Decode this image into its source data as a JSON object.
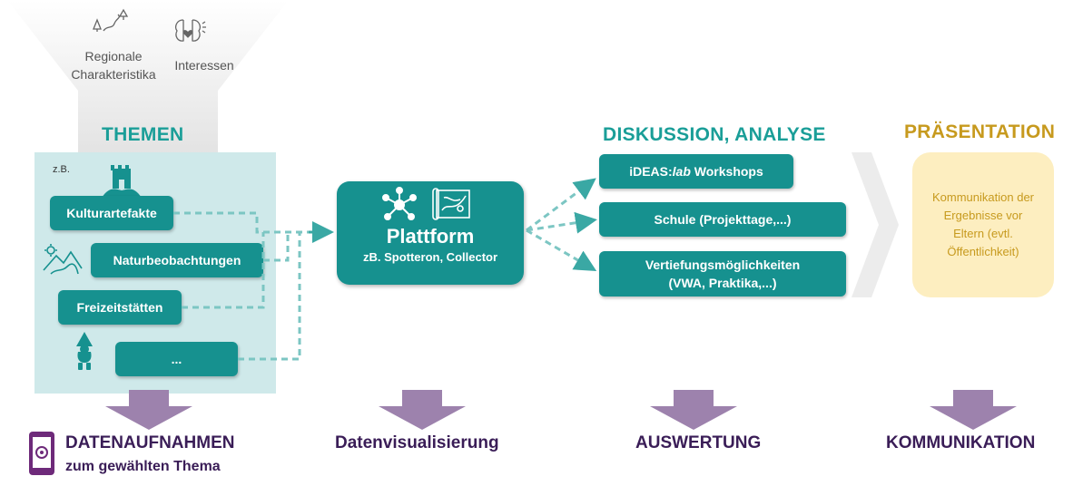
{
  "top": {
    "regional_label": "Regionale Charakteristika",
    "regional_icon": "landscape-icon",
    "interests_label": "Interessen",
    "interests_icon": "brain-heart-icon"
  },
  "themen": {
    "title": "THEMEN",
    "example_label": "z.B.",
    "items": [
      "Kulturartefakte",
      "Naturbeobachtungen",
      "Freizeitstätten",
      "..."
    ],
    "icons": [
      "castle-icon",
      "mountains-icon",
      "gnome-icon"
    ]
  },
  "platform": {
    "title": "Plattform",
    "subtitle": "zB. Spotteron, Collector",
    "icons": [
      "network-icon",
      "map-icon"
    ]
  },
  "discussion": {
    "title": "DISKUSSION, ANALYSE",
    "items": [
      {
        "prefix": "iDEAS:",
        "italic": "lab",
        "suffix": " Workshops"
      },
      {
        "prefix": "Schule (Projekttage,...)",
        "italic": "",
        "suffix": ""
      },
      {
        "prefix": "Vertiefungsmöglichkeiten (VWA, Praktika,...)",
        "italic": "",
        "suffix": ""
      }
    ]
  },
  "presentation": {
    "title": "PRÄSENTATION",
    "text": "Kommunikation der Ergebnisse vor Eltern (evtl. Öffentlichkeit)"
  },
  "bottom": {
    "labels": [
      "DATENAUFNAHMEN",
      "Datenvisualisierung",
      "AUSWERTUNG",
      "KOMMUNIKATION"
    ],
    "sub": "zum gewählten Thema",
    "phone_icon": "smartphone-camera-icon"
  },
  "colors": {
    "teal": "#16918f",
    "teal_title": "#1a9e98",
    "gold": "#c79a1e",
    "purple_arrow": "#9d82ad",
    "dark_purple": "#3a1d57",
    "panel": "#cfe9ea",
    "cream": "#fdeec0"
  }
}
